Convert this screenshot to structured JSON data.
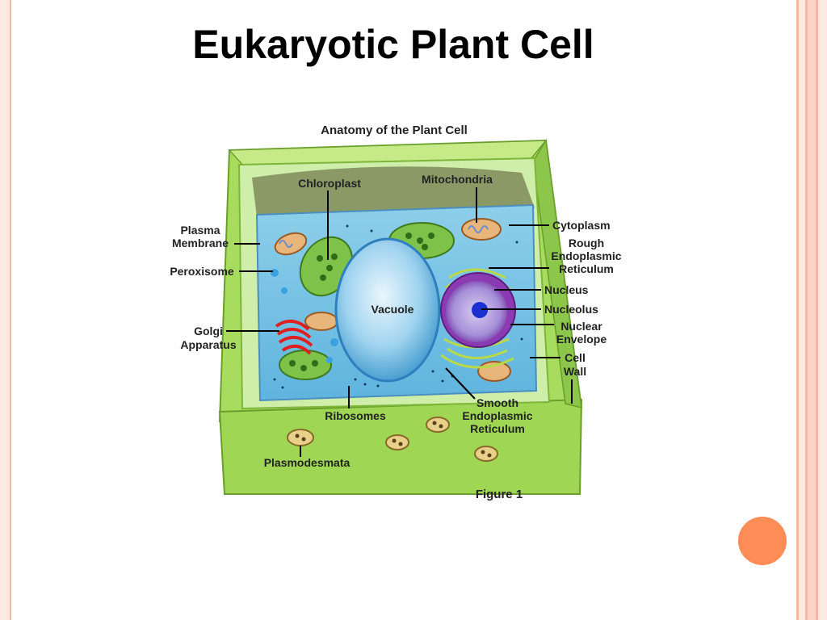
{
  "slide": {
    "title": "Eukaryotic Plant Cell",
    "colors": {
      "frame": "#f4b8a4",
      "accent_dot": "#fd8c57",
      "cell_wall": "#9fd654",
      "cytoplasm": "#7fc4e6"
    }
  },
  "diagram": {
    "heading": "Anatomy of the Plant Cell",
    "figure_caption": "Figure 1",
    "labels": {
      "chloroplast": "Chloroplast",
      "mitochondria": "Mitochondria",
      "cytoplasm": "Cytoplasm",
      "rough_er_1": "Rough",
      "rough_er_2": "Endoplasmic",
      "rough_er_3": "Reticulum",
      "plasma_membrane_1": "Plasma",
      "plasma_membrane_2": "Membrane",
      "peroxisome": "Peroxisome",
      "vacuole": "Vacuole",
      "nucleus": "Nucleus",
      "nucleolus": "Nucleolus",
      "nuclear_envelope_1": "Nuclear",
      "nuclear_envelope_2": "Envelope",
      "golgi_1": "Golgi",
      "golgi_2": "Apparatus",
      "cell_wall_1": "Cell",
      "cell_wall_2": "Wall",
      "smooth_er_1": "Smooth",
      "smooth_er_2": "Endoplasmic",
      "smooth_er_3": "Reticulum",
      "ribosomes": "Ribosomes",
      "plasmodesmata": "Plasmodesmata"
    }
  }
}
